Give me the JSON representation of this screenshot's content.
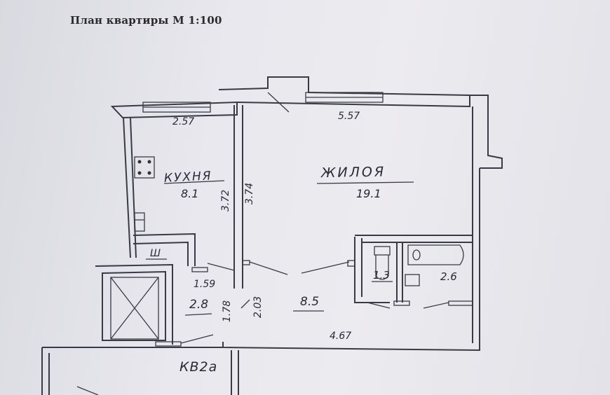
{
  "plan": {
    "caption": "План квартиры М 1:100",
    "rooms": {
      "kitchen": {
        "name": "КУХНЯ",
        "area": "8.1"
      },
      "living": {
        "name": "ЖИЛОЯ",
        "area": "19.1"
      },
      "hall": {
        "area": "8.5"
      },
      "corridor": {
        "area": "2.8"
      },
      "wc": {
        "area": "1.3"
      },
      "bath": {
        "area": "2.6"
      }
    },
    "dimensions": {
      "kitchen_width": "2.57",
      "living_width": "5.57",
      "kitchen_depth": "3.72",
      "living_depth": "3.74",
      "corridor_door": "1.59",
      "corridor_depth": "1.78",
      "hall_depth": "2.03",
      "hall_width": "4.67"
    },
    "apartment_label": "КВ2а",
    "niche_mark": "Ш"
  }
}
